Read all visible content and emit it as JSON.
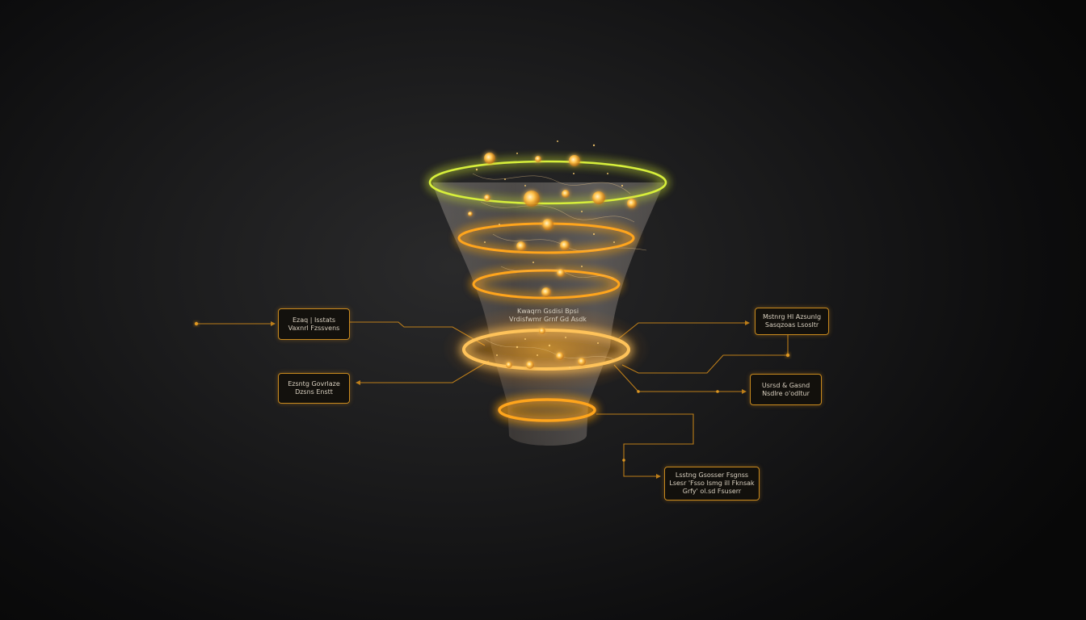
{
  "colors": {
    "background": "#0b0b0c",
    "accent_orange": "#f5a623",
    "accent_yellow_green": "#d7ef3a",
    "box_border": "#c98a1e",
    "text": "#d9d0c0"
  },
  "funnel": {
    "stages": 5,
    "center_caption": [
      "Kwaqrn Gsdisi Bpsi",
      "Vrdisfwmr Grnf Gd Asdk"
    ]
  },
  "boxes": {
    "left_top": [
      "Ezaq | Isstats",
      "Vaxnrl Fzssvens"
    ],
    "left_bottom": [
      "Ezsntg Govrlaze",
      "Dzsns Enstt"
    ],
    "right_top": [
      "Mstnrg Hl Azsunlg",
      "Sasqzoas Lsosltr"
    ],
    "right_middle": [
      "Usrsd & Gasnd",
      "Nsdlre o'odltur"
    ],
    "right_bottom": [
      "Lsstng Gsosser Fsgnss",
      "Lsesr 'Fsso Ismg ill Fknsak",
      "Grfy' ol.sd Fsuserr"
    ]
  }
}
